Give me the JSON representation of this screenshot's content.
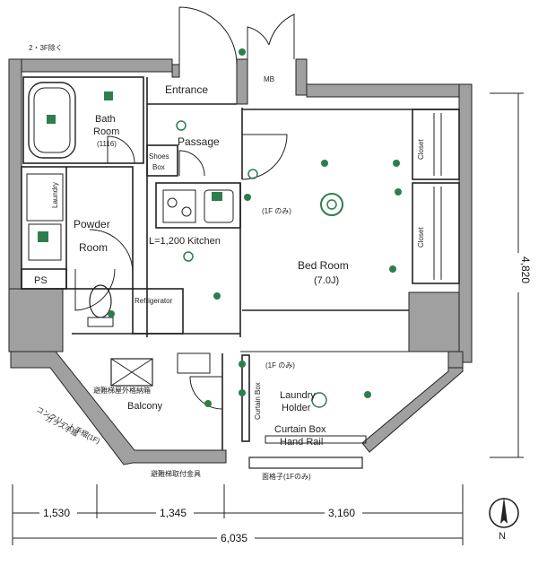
{
  "rooms": {
    "entrance": "Entrance",
    "mb": "MB",
    "passage": "Passage",
    "bath_room": "Bath",
    "bath_room_2": "Room",
    "bath_size": "(1116)",
    "shoes_box_1": "Shoes",
    "shoes_box_2": "Box",
    "powder_room_1": "Powder",
    "powder_room_2": "Room",
    "laundry": "Laundry",
    "kitchen": "L=1,200 Kitchen",
    "bed_room": "Bed Room",
    "bed_room_size": "(7.0J)",
    "closet_1": "Closet",
    "closet_2": "Closet",
    "refrigerator": "Refrigerator",
    "ps": "PS",
    "balcony": "Balcony",
    "laundry_holder_1": "Laundry",
    "laundry_holder_2": "Holder",
    "curtain_box_vertical": "Curtain Box",
    "curtain_box": "Curtain Box",
    "hand_rail": "Hand Rail"
  },
  "notes": {
    "two_three_f": "2・3F除く",
    "one_f_only_a": "(1F のみ)",
    "one_f_only_b": "(1F のみ)",
    "balcony_fixture": "避難梯屋外格納箱",
    "glass_wall_1": "ガラス手摺",
    "glass_wall_2": "コンクリート手摺(1F)",
    "fence_top": "避難梯取付金具",
    "lattice": "面格子(1Fのみ)"
  },
  "dimensions": {
    "d1": "1,530",
    "d2": "1,345",
    "d3": "3,160",
    "total_width": "6,035",
    "height": "4,820"
  },
  "compass": {
    "label": "N"
  },
  "colors": {
    "wall": "#a0a0a0",
    "line": "#222222",
    "fixture": "#2e7d4f"
  }
}
